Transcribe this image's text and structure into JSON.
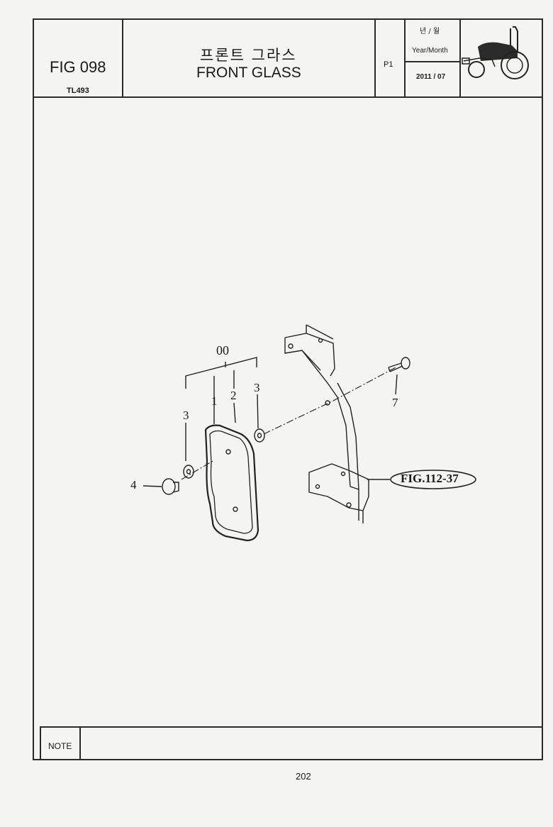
{
  "header": {
    "fig_number": "FIG 098",
    "model": "TL493",
    "title_kr": "프론트 그라스",
    "title_en": "FRONT GLASS",
    "page_tag": "P1",
    "ym_kr": "년 / 월",
    "ym_en": "Year/Month",
    "ym_value": "2011 / 07"
  },
  "diagram": {
    "callouts": {
      "c00": "00",
      "c1": "1",
      "c2": "2",
      "c3a": "3",
      "c3b": "3",
      "c4": "4",
      "c7": "7",
      "ref": "FIG.112-37"
    }
  },
  "footer": {
    "note_label": "NOTE",
    "page_number": "202"
  }
}
